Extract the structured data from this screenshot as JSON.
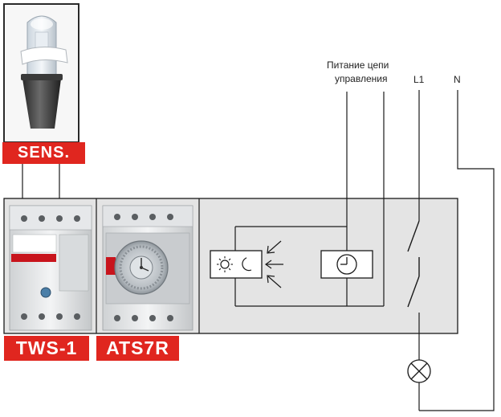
{
  "labels": {
    "sensor": "SENS.",
    "tws": "TWS-1",
    "ats": "ATS7R"
  },
  "text": {
    "supply_line1": "Питание цепи",
    "supply_line2": "управления",
    "phase": "L1",
    "neutral": "N"
  },
  "colors": {
    "tag_background": "#e0261f",
    "tag_text": "#ffffff",
    "panel_background": "#e4e4e4",
    "wire": "#1a1a1a"
  },
  "icons": {
    "sensor_photo": "light-sensor-device",
    "tws_photo": "twilight-switch-device",
    "ats_photo": "time-switch-device",
    "light_sensor": "sun-moon-icon",
    "light_rays": "arrow-icon",
    "clock": "clock-icon",
    "contact": "switch-contact-icon",
    "lamp": "lamp-icon"
  }
}
